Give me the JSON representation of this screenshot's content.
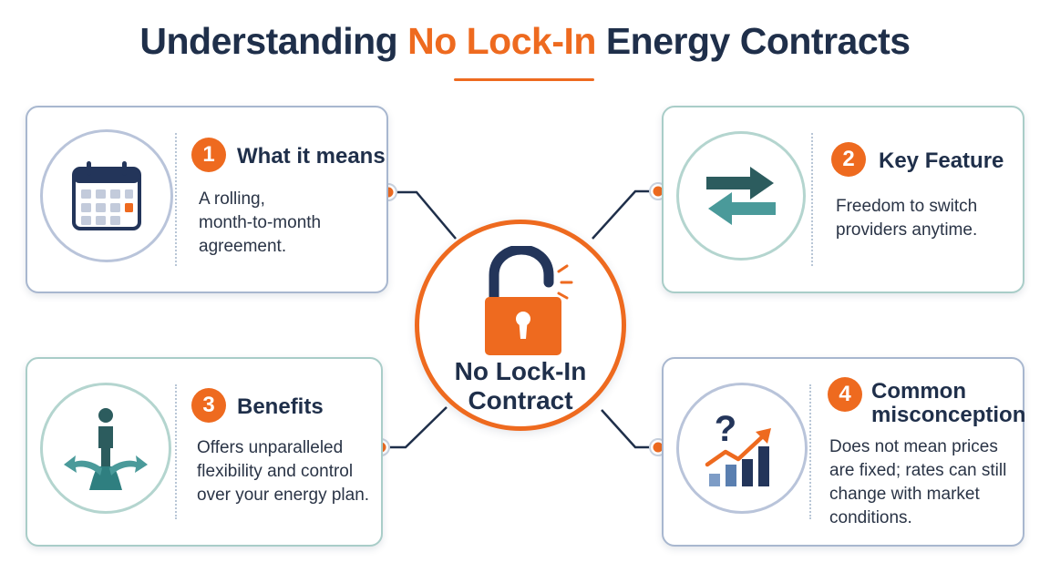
{
  "title": {
    "prefix": "Understanding",
    "highlight": "No Lock-In",
    "suffix": "Energy Contracts"
  },
  "center": {
    "label_line1": "No Lock-In",
    "label_line2": "Contract",
    "icon": "open-padlock-icon"
  },
  "cards": [
    {
      "number": "1",
      "title": "What it means",
      "body": "A rolling,\nmonth-to-month\nagreement.",
      "icon": "calendar-icon"
    },
    {
      "number": "2",
      "title": "Key Feature",
      "body": "Freedom to switch\nproviders anytime.",
      "icon": "switch-arrows-icon"
    },
    {
      "number": "3",
      "title": "Benefits",
      "body": "Offers unparalleled\nflexibility and control\nover your energy plan.",
      "icon": "crossroads-person-icon"
    },
    {
      "number": "4",
      "title_line1": "Common",
      "title_line2": "misconception",
      "body": "Does not mean prices\nare fixed; rates can still\nchange with market\nconditions.",
      "icon": "question-rising-chart-icon"
    }
  ],
  "colors": {
    "accent": "#ee6a1f",
    "navy": "#1f2f4a",
    "teal": "#4a9a9a",
    "card_border_blue": "#a8b7cf",
    "card_border_teal": "#a9cdc8"
  }
}
